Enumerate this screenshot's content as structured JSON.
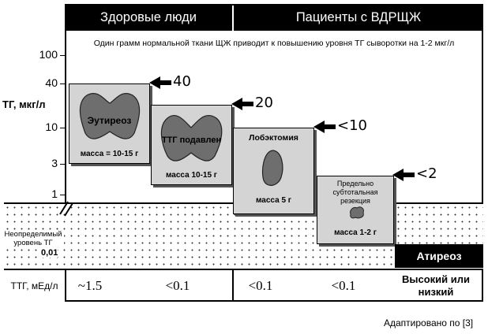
{
  "header": {
    "healthy": "Здоровые люди",
    "patients": "Пациенты с ВДРЩЖ"
  },
  "note": "Один грамм нормальной ткани ЩЖ приводит к повышению уровня ТГ сыворотки на 1-2 мкг/л",
  "y_axis": {
    "label": "ТГ, мкг/л",
    "ticks": [
      "100",
      "40",
      "10",
      "3",
      "1"
    ],
    "undetectable_label": "Неопределимый уровень ТГ",
    "undetectable_value": "0,01"
  },
  "boxes": [
    {
      "title": "Эутиреоз",
      "mass": "масса = 10-15 г",
      "arrow": "40"
    },
    {
      "title": "ТТГ подавлен",
      "mass": "масса 10-15 г",
      "arrow": "20"
    },
    {
      "title": "Лобэктомия",
      "mass": "масса 5 г",
      "arrow": "<10"
    },
    {
      "title": "Предельно субтотальная резекция",
      "mass": "масса 1-2 г",
      "arrow": "<2"
    }
  ],
  "athyreosis": "Атиреоз",
  "tsh_row": {
    "label": "ТТГ, мЕд/л",
    "values": [
      "~1.5",
      "<0.1",
      "<0.1",
      "<0.1",
      "Высокий или низкий"
    ]
  },
  "source": "Адаптировано по [3]",
  "colors": {
    "box_fill": "#d4d4d4",
    "gland_fill": "#6e6e6e",
    "header_bg": "#000000"
  }
}
